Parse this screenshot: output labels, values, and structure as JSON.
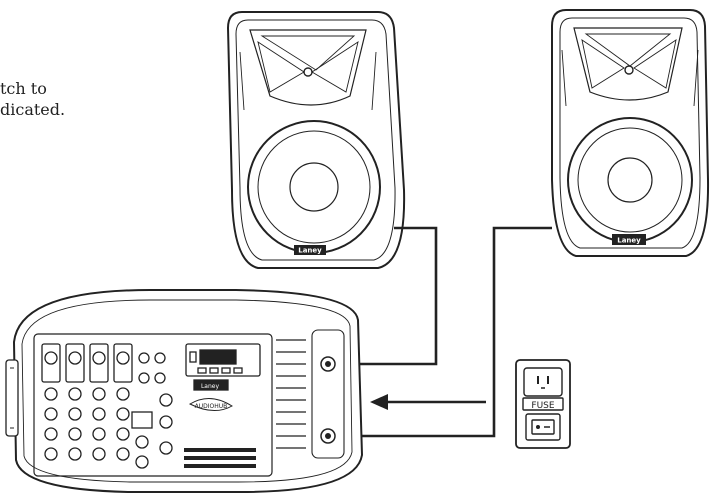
{
  "caption": {
    "line1": "tch to",
    "line2": "dicated."
  },
  "speaker_left": {
    "brand": "Laney"
  },
  "speaker_right": {
    "brand": "Laney"
  },
  "mixer": {
    "brand": "Laney",
    "logo": "AUDIOHUB"
  },
  "power_module": {
    "fuse_label": "FUSE"
  }
}
